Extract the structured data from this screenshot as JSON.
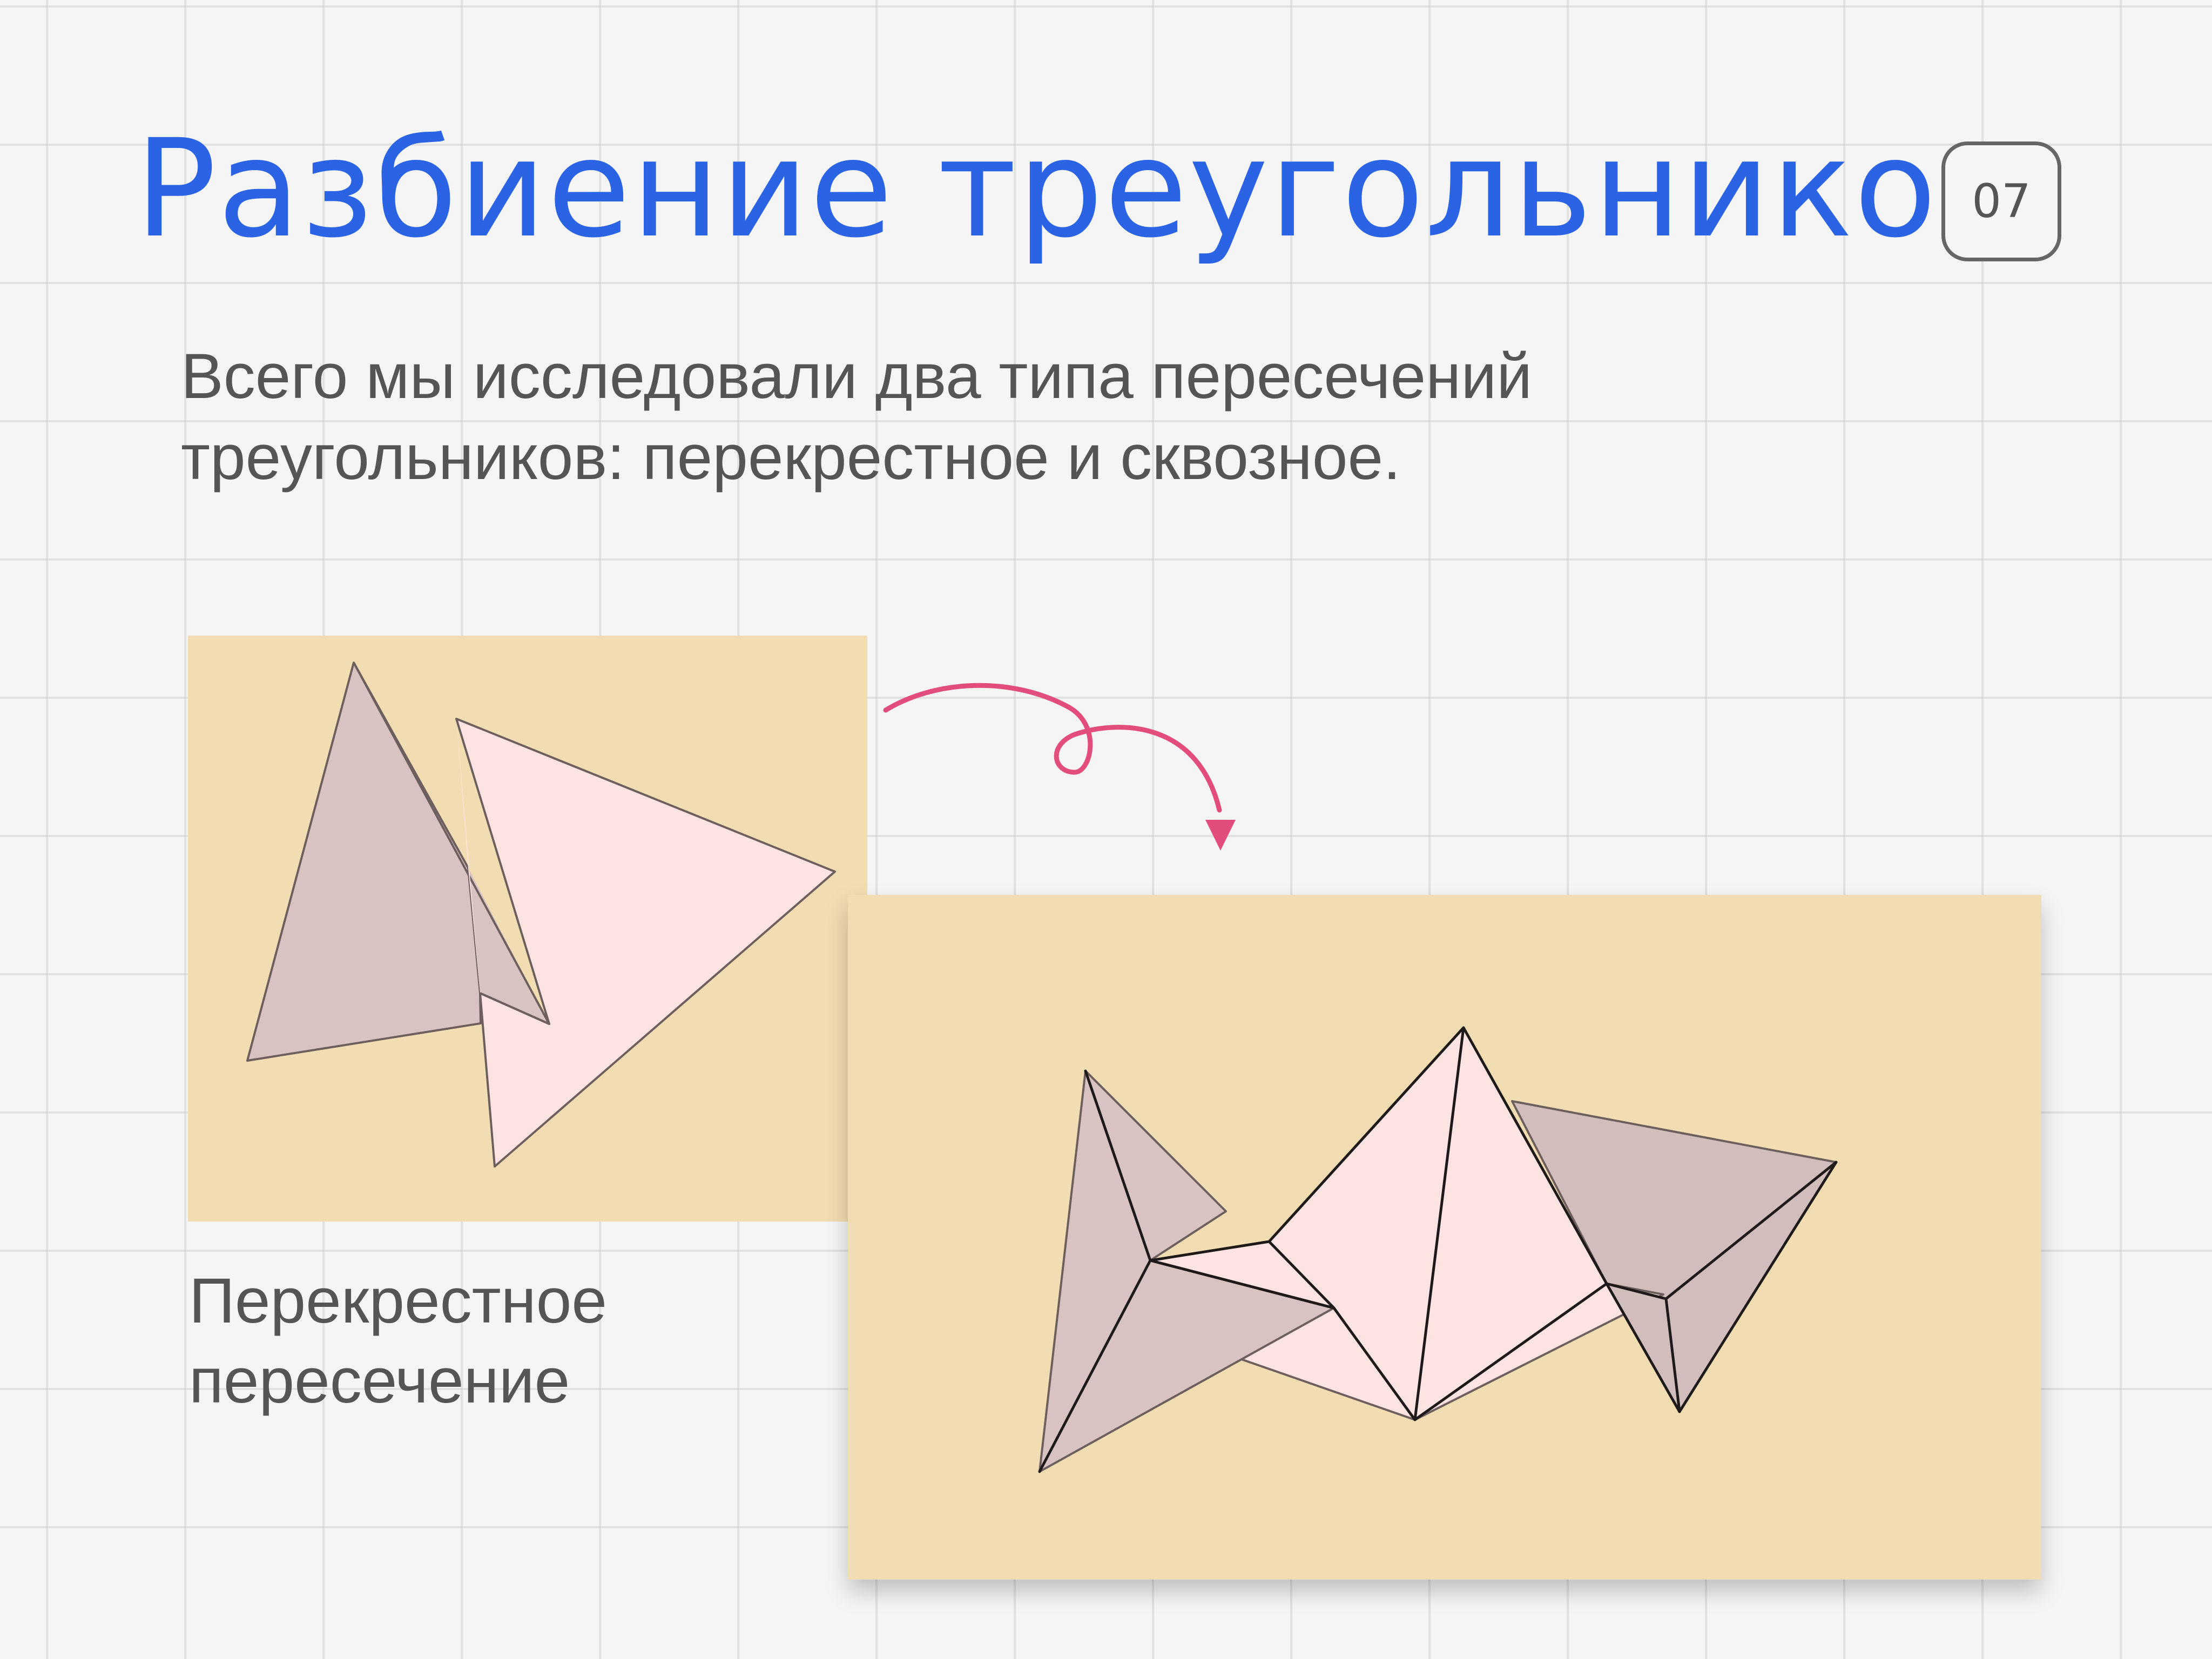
{
  "slide": {
    "title": "Разбиение треугольников",
    "page_number": "07",
    "intro_lines": [
      "Всего мы исследовали два типа пересечений",
      "треугольников: перекрестное и сквозное."
    ],
    "caption_lines": [
      "Перекрестное",
      "пересечение"
    ]
  },
  "colors": {
    "title": "#2a63e4",
    "panel_background": "#f2ddb2",
    "triangle_dark": "#d8c2c2",
    "triangle_light": "#fde3e1",
    "arrow": "#e24d7b",
    "text": "#555555"
  },
  "icons": {
    "arrow": "curly-arrow-down-icon"
  }
}
